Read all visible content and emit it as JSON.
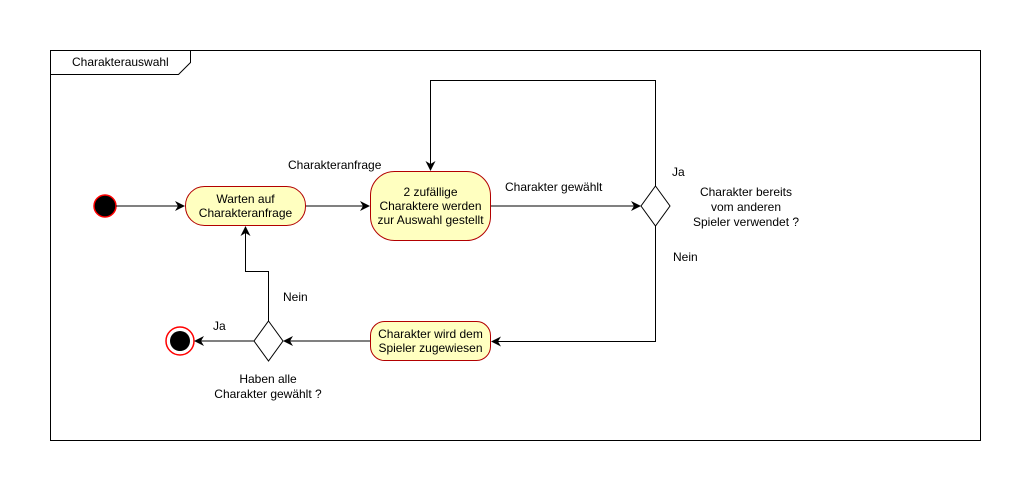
{
  "frame": {
    "title": "Charakterauswahl"
  },
  "nodes": {
    "wait_request": "Warten auf\nCharakteranfrage",
    "random_chars": "2 zufällige\nCharaktere werden\nzur Auswahl gestellt",
    "assign_char": "Charakter wird dem\nSpieler zugewiesen"
  },
  "edge_labels": {
    "request": "Charakteranfrage",
    "chosen": "Charakter gewählt",
    "used_yes": "Ja",
    "used_no": "Nein",
    "all_yes": "Ja",
    "all_no": "Nein"
  },
  "decisions": {
    "already_used": "Charakter bereits\nvom anderen\nSpieler verwendet ?",
    "all_chosen": "Haben alle\nCharakter gewählt ?"
  },
  "colors": {
    "node_fill": "#FFFFC0",
    "node_stroke": "#B20000",
    "start_fill": "#000000",
    "start_stroke": "#FF0000",
    "line": "#000000"
  }
}
